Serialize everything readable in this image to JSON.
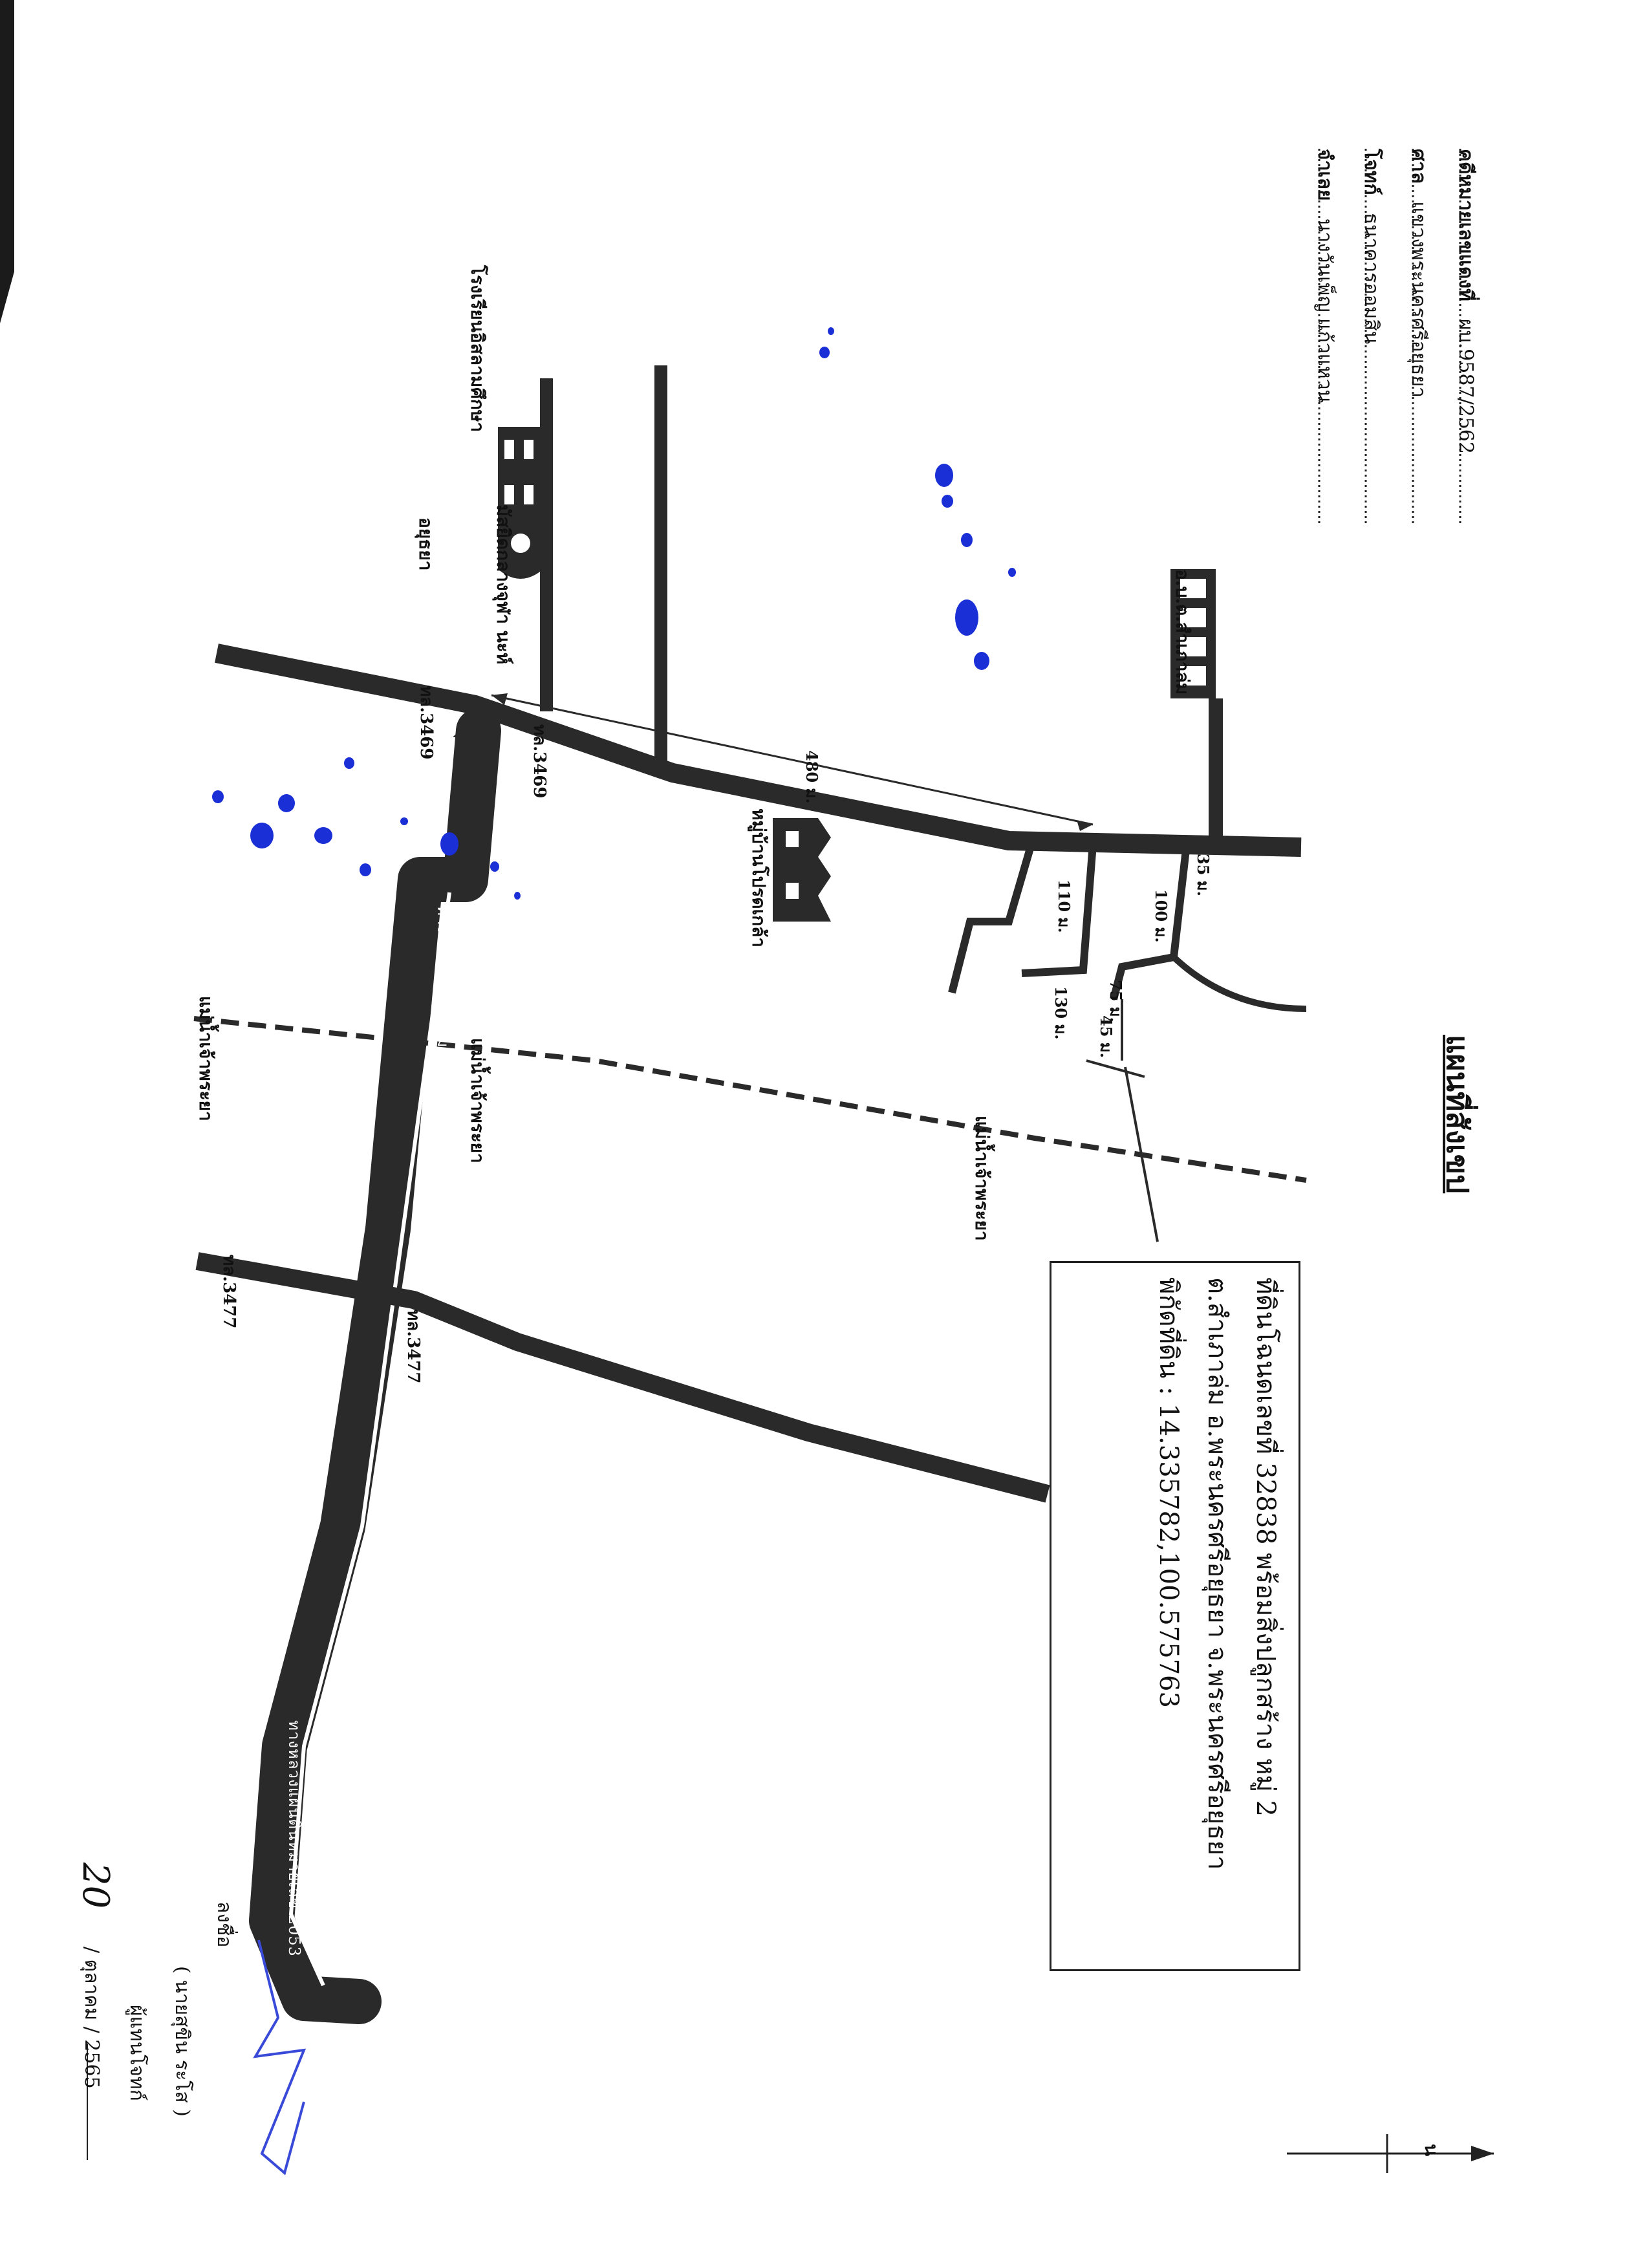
{
  "header": {
    "permit_label": "คดีหมายเลขแดงที่",
    "permit_value": "ผบ.9587/2562",
    "court_label": "ศาล",
    "court_value": "แขวงพระนครศรีอยุธยา",
    "plaintiff_label": "โจทก์",
    "plaintiff_value": "ธนาคารออมสิน",
    "defendant_label": "จำเลย",
    "defendant_value": "นางวันเพ็ญ แก้วแหวน"
  },
  "title": "แผนที่สังเขป",
  "info_box": {
    "line1": "ที่ดินโฉนดเลขที่   32838  พร้อมสิ่งปลูกสร้าง  หมู่  2",
    "line2": "ต.สำเภาล่ม   อ.พระนครศรีอยุธยา   จ.พระนครศรีอยุธยา",
    "line3": "พิกัดที่ดิน : 14.335782,100.575763"
  },
  "roads": {
    "road_3469_a": "ทล.3469",
    "road_3469_b": "ทล.3469",
    "road_3477_a": "ทล.3477",
    "road_3477_b": "ทล.3477",
    "highway_a": "ทางหลวงแผ่นดินหมายเลข 2053",
    "highway_b": "ทางหลวงแผ่นดินหมายเลข 2053"
  },
  "river": {
    "label_a": "แม่น้ำเจ้าพระยา",
    "label_b": "แม่น้ำเจ้าพระยา",
    "label_c": "แม่น้ำเจ้าพระยา"
  },
  "distances": {
    "d480": "480 ม.",
    "d35": "35 ม.",
    "d110": "110 ม.",
    "d100": "100 ม.",
    "d75": "75 ม.",
    "d130": "130 ม.",
    "d45": "45 ม."
  },
  "places": {
    "school": "โรงเรียนอิสลามศึกษา",
    "mosque": "มัสยิดกลางจุฬา นะห์",
    "village": "หมู่บ้านโปรดเกล้า",
    "sao": "อ.บ.ต.สำเภาล่ม",
    "ayutthaya": "อยุธยา"
  },
  "signature": {
    "sign_label": "ลงชื่อ",
    "name_line": "(  นายสุขิน   ระโส  )",
    "role": "ผู้แทนโจทก์",
    "date_day": "20",
    "date_rest": "/ ตุลาคม / 2565"
  },
  "north_symbol": "น",
  "colors": {
    "ink": "#111111",
    "road": "#2a2a2a",
    "blue_ink": "#1a2fd6"
  }
}
